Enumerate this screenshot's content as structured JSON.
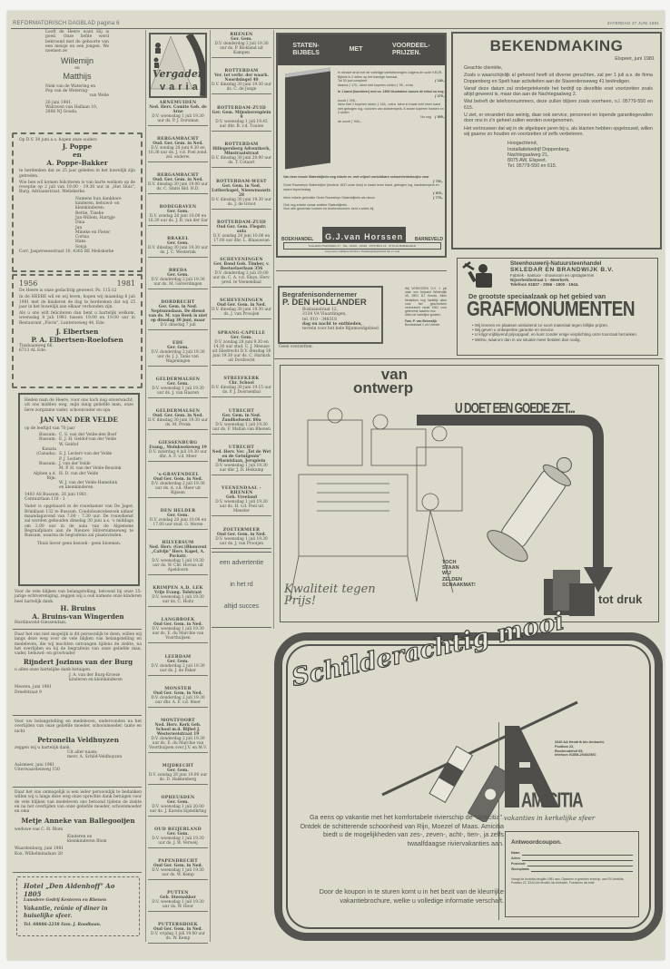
{
  "header": {
    "left": "REFORMATORISCH DAGBLAD pagina 6",
    "right": "ZATERDAG 27 JUNI 1981"
  },
  "birth": {
    "text": "Looft de Heere want Hij is goed. Onze liefde werd bekroond met de geboorte van een meisje en een jongen. We noemen ze",
    "name1": "Willemijn",
    "and": "en",
    "name2": "Matthijs",
    "parents1": "Niek van de Watering en",
    "parents2": "Pop van de Wetering-",
    "parents3": "van Welie",
    "date": "26 juni 1981.",
    "addr1": "Walraven van Hallaan 10,",
    "addr2": "2806 NJ Gouda."
  },
  "poppe": {
    "intro": "Op D.V. 30 juni a.s. hopen onze ouders",
    "name1": "J. Poppe",
    "and": "en",
    "name2": "A. Poppe-Bakker",
    "text1": "te herdenken dat ze 25 jaar geleden in het huwelijk zijn getreden.",
    "text2": "Wie hen wil komen feliciteren is van harte welkom op de receptie op 2 juli van 19.00 - 19.30 uur in „Het Huis\", Burg. Adriaanstraat, Meliskerke.",
    "sign": [
      "Namens hun dankbare kinderen, behuwd- en kleinkinderen:",
      "Bettie, Tineke",
      "Jan-Willem, Hartgje",
      "Dina",
      "Jan",
      "Mineke en Pieter",
      "Corina",
      "Hans",
      "Sonja"
    ],
    "addr": "Corr. Jasperseesstraat 10, 4365 BE Meliskerke"
  },
  "elbertsen": {
    "y1": "1956",
    "y2": "1981",
    "verse": "De Heere is onze gedachtig geweest. Ps. 115:12",
    "text1": "In de HEERE wil en wij leven, hopen wij maandag 6 juli 1981 met de kinderen de dag te herdenken dat wij 25 jaar in het huwelijk aan elkaar verbonden zijn.",
    "text2": "Als u ons wilt feliciteren dan bent u hartelijk welkom, woensdag 8 juli 1981 tussen 19.00 en 19.00 uur in Restaurant „Floris\", Lunterseweg 44, Ede.",
    "name1": "J. Elbertsen",
    "name2": "P. A. Elbertsen-Roelofsen",
    "addr1": "Tinsbaanweg 66,",
    "addr2": "6713 AL Ede."
  },
  "velde": {
    "intro": "Heden nam de Heere, voor ons toch nog onverwacht, uit ons midden weg, mijn innig geliefde man, onze lieve zorgzame vader, schoonvader en opa",
    "name": "JAN VAN DER VELDE",
    "age": "op de leeftijd van 70 jaar",
    "rows": [
      [
        "Bussum:",
        "C. S. van der Velde-den Boef"
      ],
      [
        "Bussum:",
        "E. J. H. Geldof-van der Velde"
      ],
      [
        "",
        "W. Geldof"
      ],
      [
        "Kanata",
        ""
      ],
      [
        "(Canada):",
        "S. J. Leclerc-van der Velde"
      ],
      [
        "",
        "P. J. Leclerc"
      ],
      [
        "Bussum:",
        "J. van der Velde"
      ],
      [
        "",
        "M. P. H. van der Velde-Beuzink"
      ],
      [
        "Alphen a.d. Rijn:",
        "H. D. van der Velde"
      ],
      [
        "",
        "W. J. van der Velde-Hamelink"
      ],
      [
        "",
        "en kleinkinderen"
      ]
    ],
    "place": "1403 AS Bussum, 26 juni 1981.",
    "addr": "Centuurlaan 118 - 1",
    "text": "Vader is opgebaard in de rouwkamer van De Jager, Brinklaan 132 te Bussum. Condoleancebezoek aldaar maandagavond van 7.00 - 7.30 uur. De rouwdienst zal worden gehouden dinsdag 30 juni a.s. 's middags om 2.00 uur in de aula van de Algemene Begraafplaats aan de Nieuwe Hilversumseweg te Bussum, waarna de begrafenis zal plaatsvinden.",
    "footer": "Thuis liever geen bezoek - geen bloemen."
  },
  "bruins": {
    "text": "Voor de vele blijken van belangstelling, betoond bij onze 25-jarige echtvereniging, zeggen wij u ook namens onze kinderen heel hartelijk dank.",
    "name1": "H. Bruins",
    "name2": "A. Bruins-van Wingerden",
    "place": "Hardinxveld-Giessendam."
  },
  "burg": {
    "text": "Daar het ons niet mogelijk is dit persoonlijk te doen, willen wij langs deze weg voor de vele blijken van belangstelling en medeleven, die wij mochten ontvangen tijdens de ziekte, na het overlijden en bij de begrafenis van onze geliefde man, vader, behuwd- en grootvader",
    "name": "Rijndert Jozinus van der Burg",
    "thanks": "u allen onze hartelijke dank betuigen.",
    "sign1": "J. A. van der Burg-Kroeze",
    "sign2": "kinderen en kleinkinderen",
    "place": "Meeren, juni 1981",
    "addr": "Dreefstraat 9"
  },
  "veldhuyzen": {
    "text": "Voor uw belangstelling en medeleven, ondervonden na het overlijden van onze geliefde moeder, schoonmoeder, tante en nicht",
    "name": "Petronella Veldhuyzen",
    "thanks": "zeggen wij u hartelijk dank.",
    "sign1": "Uit aller naam:",
    "sign2": "mevr. A. Schild-Veldhuyzen",
    "place": "Aalsmeer, juni 1981",
    "addr": "Uiterwaardenweg 150"
  },
  "ballegooijen": {
    "text": "Daar het ons onmogelijk is een ieder persoonlijk te bedanken willen wij u langs deze weg onze oprechte dank betuigen voor de vele blijken van medeleven ons betoond tijdens de ziekte en na het overlijden van onze geliefde moeder, schoonmoeder en oma",
    "name": "Metje Anneke van Ballegooijen",
    "widow": "weduwe van C. H. Blom",
    "sign1": "Kinderen en",
    "sign2": "kleinkinderen Blom",
    "place": "Waardenburg, juni 1981",
    "addr": "Kon. Wilhelminalaan 28"
  },
  "hotel": {
    "title": "Hotel „Den Aldenhoff\" Ao 1805",
    "sub": "Lunsdere Gedrij Kesteren en Rhenen",
    "text": "Vakantie, reünie of diner in huiselijke sfeer.",
    "tel": "Tel. 08886-2258 Fam. J. Roodbaan."
  },
  "vergadervaria": {
    "logo_top": "Vergader",
    "logo_bottom": "varia",
    "col1": [
      {
        "p": "ARNEMUIDEN",
        "h": "Ned. Herv. Comite Geb. de Arne",
        "t": "D.V. woensdag 1 juli 19.30 uur ds. P. J. Dorsman"
      },
      {
        "p": "BERGAMBACHT",
        "h": "Oud. Ger. Gem. in Ned.",
        "t": "D.V. zondag 28 juni 9.30 en 18.30 uur ds. J. v.d. Poel zond. zel. onderw."
      },
      {
        "p": "BERGAMBACHT",
        "h": "Oud. Ger. Gem. in Ned.",
        "t": "D.V. dinsdag 30 juni 19.00 uur ds. C. Smits Bid. H.D."
      },
      {
        "p": "BODEGRAVEN",
        "h": "Ger. Gem.",
        "t": "D.V. zondag 28 juni 10.00 en 16.30 uur ds. J. B. van der Sar"
      },
      {
        "p": "BRAKEL",
        "h": "Ger. Gem.",
        "t": "D.V. dinsdag 30 juni 19.30 uur ds. J. C. Westerink"
      },
      {
        "p": "BREDA",
        "h": "Ger. Gem.",
        "t": "D.V. donderdag 2 juli 19.30 uur ds. M. Golverdingen"
      },
      {
        "p": "DORDRECHT",
        "h": "Ger. Gem. in Ned. Neptunuslaan. De dienst van ds. M. van Beek is niet op dinsdag 30 juni, maar",
        "t": "D.V. dinsdag 7 juli"
      },
      {
        "p": "EDE",
        "h": "Ger. Gem.",
        "t": "D.V. donderdag 2 juli 19.30 uur ds. J. J. Tanis van Wageningen"
      },
      {
        "p": "GELDERMALSEN",
        "h": "Ger. Gem.",
        "t": "D.V. woensdag 1 juli 19.30 uur ds. J. van Haaren"
      },
      {
        "p": "GELDERMALSEN",
        "h": "Oud. Ger. Gem. in Ned.",
        "t": "D.V. dinsdag 30 juni 19.30 uur ds. M. Pronk"
      },
      {
        "p": "GIESSENBURG",
        "h": "Evang., Molukwekeweg 19",
        "t": "D.V. zaterdag 4 juli 19.30 uur dhr. A. F. v.d. Meer"
      },
      {
        "p": "'s-GRAVENDEEL",
        "h": "Oud Ger. Gem. in Ned.",
        "t": "D.V. donderdag 2 juli 19.30 uur ds. A. v.d. Meer uit Rijssen"
      },
      {
        "p": "DEN HELDER",
        "h": "Ger. Gem.",
        "t": "D.V. zondag 28 juni 10.00 en 17.00 uur stud. G. Moree"
      },
      {
        "p": "HILVERSUM",
        "h": "Ned. Herv. (Ger.)Bkonvent „Calvijn\" Herv. Kapel, A. Pockstr.",
        "t": "D.V. woensdag 1 juli 19.30 uur ds. W. Chr. Hovius uit Apeldoorn"
      },
      {
        "p": "KRIMPEN A.D. LEK",
        "h": "Vrije Evang. Tolstraat",
        "t": "D.V. woensdag 1 juli 19.30 uur ds. C. Hoitz"
      },
      {
        "p": "LANGBROEK",
        "h": "Oud Ger. Gem. in Ned.",
        "t": "D.V. woensdag 1 juli 19.30 uur ds. E. du Marchie van Voorthuijsen"
      },
      {
        "p": "LEERDAM",
        "h": "Ger. Gem.",
        "t": "D.V. donderdag 2 juli 19.30 uur ds. J. de Paker"
      },
      {
        "p": "MONSTER",
        "h": "Oud Ger. Gem. in Ned.",
        "t": "D.V. donderdag 2 juli 19.30 uur dhr. A. F. v.d. Meer"
      },
      {
        "p": "MONTFOORT",
        "h": "Ned. Herv. Kerk Geb. School m.d. Bijbel J. Westerweistraat 19",
        "t": "D.V. donderdag 2 juli 19.30 uur ds. E. du Marchie van Voorthuijsen over J.V. en M.V."
      },
      {
        "p": "MIJDRECHT",
        "h": "Ger. Gem.",
        "t": "D.V. zondag 28 juni 19.00 uur ds. D. Hakkenberg"
      },
      {
        "p": "OPHEUSDEN",
        "h": "Ger. Gem.",
        "t": "D.V. woensdag 1 juli 20.00 uur ds. J. Karens bijstelkring"
      },
      {
        "p": "OUD BEIJERLAND",
        "h": "Ger. Gem.",
        "t": "D.V. woensdag 1 juli 19.30 uur ds. J. W. Verweij"
      },
      {
        "p": "PAPENDRECHT",
        "h": "Oud Ger. Gem. in Ned.",
        "t": "D.V. woensdag 1 juli 19.30 uur ds. W. Kemp"
      },
      {
        "p": "PUTTEN",
        "h": "Geb. Steenakker",
        "t": "D.V. woensdag 1 juli 19.30 uur ds. W. Hoor"
      },
      {
        "p": "PUTTERSHOEK",
        "h": "Oud Ger. Gem. in Ned.",
        "t": "D.V. vrijdag 3 juli 19.00 uur ds. W. Kemp"
      }
    ],
    "col2": [
      {
        "p": "RHENEN",
        "h": "Ger. Gem.",
        "t": "D.V. donderdag 2 juli 19.30 uur ds. P. Blokland uit Kampen"
      },
      {
        "p": "ROTTERDAM",
        "h": "Ver. tot verbr. der waarh. Noordsingel 40",
        "t": "D.V. dinsdag 30 juni 19.30 uur ds. C. de Jonge"
      },
      {
        "p": "ROTTERDAM-ZUID",
        "h": "Ger. Gem. Mijnsherenplein 9",
        "t": "D.V. woensdag 1 juli 19.45 uur dhr. B. v.d. Tuuien"
      },
      {
        "p": "ROTTERDAM",
        "h": "Hillegersberg Adventkerk, Minstraatstraat",
        "t": "D.V. dinsdag 30 juni 20.00 uur ds. T. Cotaart"
      },
      {
        "p": "ROTTERDAM-WEST",
        "h": "Ger. Gem. in Ned. Lutherkapel, Nieuwmanstr. 28",
        "t": "D.V. dinsdag 30 juni 19.30 uur ds. J. de Groot"
      },
      {
        "p": "ROTTERDAM-ZUID",
        "h": "Oud Ger. Gem. Flegstr. aula",
        "t": "D.V. zondag 28 juni 10.00 en 17.00 uur dhr. L. Blaauwsan"
      },
      {
        "p": "SCHEVENINGEN",
        "h": "Ger. Bond Geb. Timber, v. Beetselaerlaan 356",
        "t": "D.V. donderdag 2 juli 20.00 uur ds. C. A. v.d. Sluys, Herv. pred. te Veenendaal"
      },
      {
        "p": "SCHEVENINGEN",
        "h": "Oud Ger. Gem. in Ned.",
        "t": "D.V. dinsdag 30 juni 19.30 uur ds. J. van Prooijen"
      },
      {
        "p": "SPRANG-CAPELLE",
        "h": "Ger. Gem.",
        "t": "D.V. zondag 28 juni 9.30 en 14.30 uur stud. C. J. Meeuse uit Sliedrecht D.V. dinsdag 30 juni 19.30 uur ds. C. Harinck uit Dordrecht"
      },
      {
        "p": "STREEFKERK",
        "h": "Chr. School",
        "t": "D.V. dinsdag 30 juni 19.15 uur ds. P. J. Doornenbal"
      },
      {
        "p": "UTRECHT",
        "h": "Ger. Gem. in Ned. Zandhofsestr. 80a",
        "t": "D.V. woensdag 1 juli 19.30 uur ds. F. Mallan van Rhenen"
      },
      {
        "p": "UTRECHT",
        "h": "Ned. Herv. Ver. „Tot de Wet en de Getuigenis\" Marnixlaan, Jeruplein",
        "t": "D.V. woensdag 1 juli 19.30 uur dhr. J. D. Heikamp"
      },
      {
        "p": "VEENENDAAL - RHENEN",
        "h": "Geb. Vreeland",
        "t": "D.V. woensdag 1 juli 19.30 uur ds. H. v.d. Poel uit Meester"
      },
      {
        "p": "ZOETERMEER",
        "h": "Oud Ger. Gem. in Ned.",
        "t": "D.V. woensdag 1 juli 19.30 uur ds. J. van Prooijen"
      }
    ]
  },
  "rd_ad": {
    "l1": "een advertentie",
    "l2": "in het rd",
    "l3": "altijd succes"
  },
  "bijbels": {
    "h1": "STATEN-\nBIJBELS",
    "h2": "MET",
    "h3": "VOORDEEL-\nPRIJZEN.",
    "p1": "In nieuwe druk met de volledige kanttekeningen volgens de oude KEUR-Bijbels in 2 delen op het handige formaat.",
    "r1": [
      "Tot 30 juni compleet",
      "ƒ 180,-"
    ],
    "p2": "daarna ƒ 170,- idem met koperen sloten ƒ 90,- extra",
    "p3": "In 1 band (kunstleer) met ca. 1900 illustraties tussen de tekst nu nog",
    "r2": [
      "",
      "ƒ 275,-"
    ],
    "p4": "wordt ƒ 295,-",
    "p5": "Idem met 2 koperen sloten ƒ 145,- extra. Idem in fraaie echt leren band met gebogen rug, voorzien van slotstempels, 8 zware koperen hoeken en 2 sloten",
    "r3": [
      "Nu nog",
      "ƒ 895,-"
    ],
    "p6": "de wordt ƒ 940,-",
    "p7": "Van deze mooie Statenbijbels nog enkele ex. met vrijwel onzichtbare schoonheidsfoutjes voor",
    "r4": [
      "",
      "ƒ 700,-"
    ],
    "p8": "Grote Ravesteyn Statenbijbel (herdruk 1637 oude druk) in fraaie leren band, gebogen rug, handstempels en zware koperbeslag",
    "r5": [
      "",
      "ƒ 875,-"
    ],
    "p9": "Idem enkele gebruikte Grote Ravesteyn Statenbijbels als nieuw",
    "r6": [
      "",
      "ƒ 775,-"
    ],
    "p10": "Ook nog enkele zwaar antieke Statenbijbels.",
    "p11": "Voor alle gewenste boeken en boekenbonnen: kent u adres bij",
    "shop_l": "BOEKHANDEL",
    "shop_name": "G.J.van Horssen",
    "shop_r": "BARNEVELD",
    "addr": "KALLENKOTERSWEG 47 · TEL. 03420 - 15936 · POSTBUS 16 · 3770 AA BARNEVELD",
    "foot": "Loop eens vrijblijvend binnen. Parkeergelegenheid zijn er veel"
  },
  "begrafenis": {
    "title": "Begrafenisondernemer",
    "name": "P. DEN HOLLANDER",
    "addr1": "Boslaanstraat 12,",
    "addr2": "3134 VA Vlaardingen,",
    "tel": "tel. 010 - 348318",
    "slogan": "dag en nacht te ontbieden,",
    "area": "terrein voor het hele Rijnmondgebied",
    "foot": "Geen overzetten."
  },
  "verkozen": {
    "text": "Wij VERKOZEN D.V. 1 juli naar ons bejaard Winterdijk 45, 2801 DJ Gouda. Allen bedanken nog hartelijk dank voor het geschonken vertrouwen vanaf 1961 voor geleverde kaarten enz.",
    "greet": "Allen de hartelijke groeten.",
    "sign": "Fam. P. van Beloeslijk",
    "addr": "Bondsstraat 1 c/o Utrecht"
  },
  "bekendmaking": {
    "title": "BEKENDMAKING",
    "place": "Elspeet, juni 1981",
    "salute": "Geachte clientèle,",
    "p1": "Zoals u waarschijnlijk al gehoord heeft uit diverse geruchten, zal per 1 juli a.s. de firma Doppenberg en Spelt haar activiteiten aan de Staverdenseweg 41 beëindigen.",
    "p2": "Vanaf deze datum zal ondergetekende het bedrijf op dezelfde voet voortzetten zoals altijd geweest is, maar dan aan de Nachtegaalweg 2.",
    "p3": "Wat betreft de telefoonnummers, deze zullen blijven zoals voorheen, n.l. 05779-550 en 615.",
    "p4": "U ziet, er verandert dus weinig, daar ook service, personeel en lopende garantiegevallen door ons in z'n geheel zullen worden overgenomen.",
    "p5": "Het vertrouwen dat wij in de afgelopen jaren bij u, als klanten hebben opgebouwd, willen wij gaarne zo houden en voortzetten of zelfs verbeteren.",
    "sign": [
      "Hoogachtend,",
      "Installatiebedrijf Doppenberg,",
      "Nachtegaalweg 21,",
      "8075 AW, Elspeet.",
      "Tel. 05779-550 en 615."
    ]
  },
  "graf": {
    "l1": "Steenhouwerij-Natuursteenhandel",
    "l2": "SKLEDAR EN BRANDWIJK B.V.",
    "l3": "Fabriek - kantoor - showroom en opslagterrein",
    "l4": "Nijverheidsstraat 1 - Meerkerk.",
    "l5": "Telefoon 01837 - 2056 - 1800 - 1944.",
    "tag": "De grootste speciaalzaak op het gebied van",
    "big": "GRAFMONUMENTEN",
    "bullets": [
      "Wij leveren en plaatsen uitsluitend 1e soort materiaal tegen billijke prijzen.",
      "Wij geven u onbeperkte garantie en service.",
      "U krijgt vrijblijvend prijsopgaaf, en kunt zonder enige verplichting onze toonzaal bezoeken.",
      "Welnu, waarom dan in uw situatie meer betalen dan nodig."
    ]
  },
  "drukker": {
    "top1": "van",
    "top2": "ontwerp",
    "zet": "U DOET EEN GOEDE ZET...",
    "toch": [
      "TOCH",
      "STAAN",
      "WIJ",
      "ZELDEN",
      "SCHAAKMAT!"
    ],
    "script": "Kwaliteit tegen Prijs!",
    "bottom": "tot druk"
  },
  "amicitia": {
    "headline": "Schilderachtig mooi",
    "body1": "Ga eens op vakantie met het komfortabele rivierschip de \"Amicitia\". Ontdek de schitterende schoonheid van Rijn, Moezel of Maas. Amicitia biedt u de mogelijkheden van zes-, zeven-, acht-, tien-, ja zelfs twaalfdaagse riviervakanties aan.",
    "body2": "Door de koupon in te sturen komt u in het bezit van de kleurrijke vakantiebrochure, welke u volledige informatie verschaft.",
    "addr": [
      "3340 AA Hendrik Ido Ambacht,",
      "Postbus 22,",
      "Broderodehof 65,",
      "telefoon 01858-2046/2587."
    ],
    "logo": "AMICITIA",
    "slogan": "vakanties in kerkelijke sfeer",
    "coupon_title": "Antwoordcoupon.",
    "fields": [
      "Naam",
      "Adres",
      "Postcode",
      "Woonplaats"
    ],
    "coupon_note": "Vraagt de Amicitia-reisgids 1981 aan. Opsturen in gesloten envelop, aan RV-Amicitia, Postbus 22, 3340 AA Hendrik Ido Ambacht. Frankeren als brief."
  }
}
